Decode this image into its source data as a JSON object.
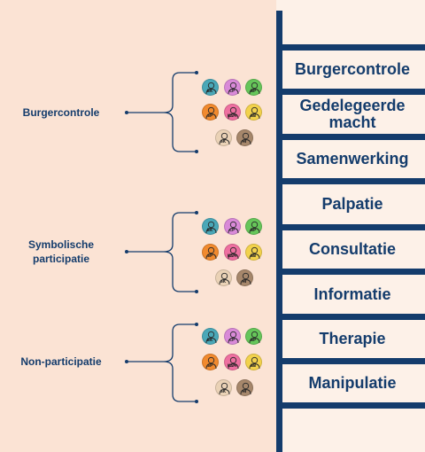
{
  "ladder": {
    "rungs": [
      {
        "label": "Burgercontrole"
      },
      {
        "label": "Gedelegeerde macht"
      },
      {
        "label": "Samenwerking"
      },
      {
        "label": "Palpatie"
      },
      {
        "label": "Consultatie"
      },
      {
        "label": "Informatie"
      },
      {
        "label": "Therapie"
      },
      {
        "label": "Manipulatie"
      }
    ]
  },
  "groups": [
    {
      "label": "Burgercontrole"
    },
    {
      "label": "Symbolische participatie"
    },
    {
      "label": "Non-participatie"
    }
  ],
  "avatar_set": [
    {
      "initials": "BK",
      "color": "#4aa8b8",
      "icon": "person-icon"
    },
    {
      "initials": "CP",
      "color": "#d98ad8",
      "icon": "person-icon"
    },
    {
      "initials": "BP",
      "color": "#66c65a",
      "icon": "person-icon"
    },
    {
      "initials": "SP",
      "color": "#f18a2e",
      "icon": "person-icon"
    },
    {
      "initials": "KAM",
      "color": "#ee6fa0",
      "icon": "person-icon"
    },
    {
      "initials": "BB",
      "color": "#f2d24c",
      "icon": "person-icon"
    },
    {
      "initials": "SK",
      "color": "#ead2b6",
      "icon": "person-icon"
    },
    {
      "initials": "HI",
      "color": "#a6876b",
      "icon": "person-icon"
    }
  ],
  "colors": {
    "background": "#fbe3d4",
    "panel": "#fdf1e8",
    "navy": "#143c6c"
  }
}
